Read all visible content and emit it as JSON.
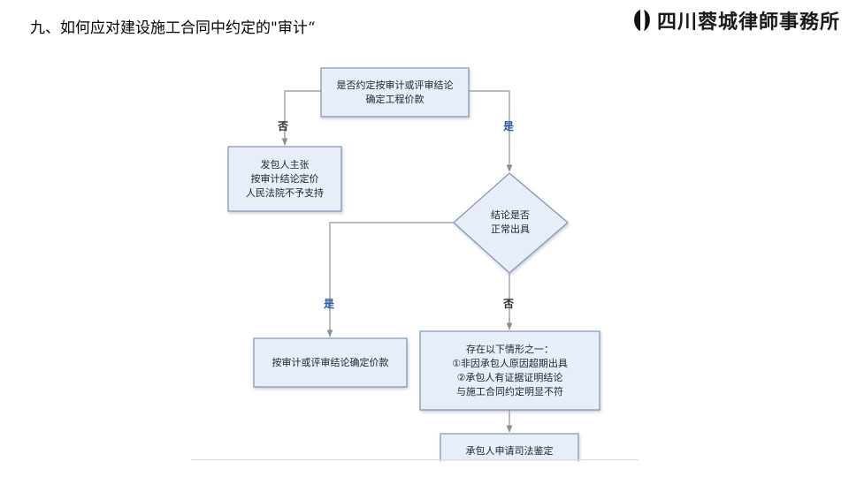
{
  "slide": {
    "title": "九、如何应对建设施工合同中约定的\"审计“",
    "logo_text": "四川蓉城律師事務所"
  },
  "diagram": {
    "start": [
      "是否约定按审计或评审结论",
      "确定工程价款"
    ],
    "no_left": [
      "发包人主张",
      "按审计结论定价",
      "人民法院不予支持"
    ],
    "decision": [
      "结论是否",
      "正常出具"
    ],
    "yes_result": [
      "按审计或评审结论确定价款"
    ],
    "no_result": [
      "存在以下情形之一：",
      "①非因承包人原因超期出具",
      "②承包人有证据证明结论",
      "与施工合同约定明显不符"
    ],
    "final": [
      "承包人申请司法鉴定"
    ],
    "labels": {
      "no1": "否",
      "yes1": "是",
      "yes2": "是",
      "no2": "否"
    }
  },
  "colors": {
    "box_fill": "#e8eef7",
    "box_border": "#7f95b3",
    "arrow": "#8a8f96",
    "yes_label": "#2f5f9e"
  }
}
